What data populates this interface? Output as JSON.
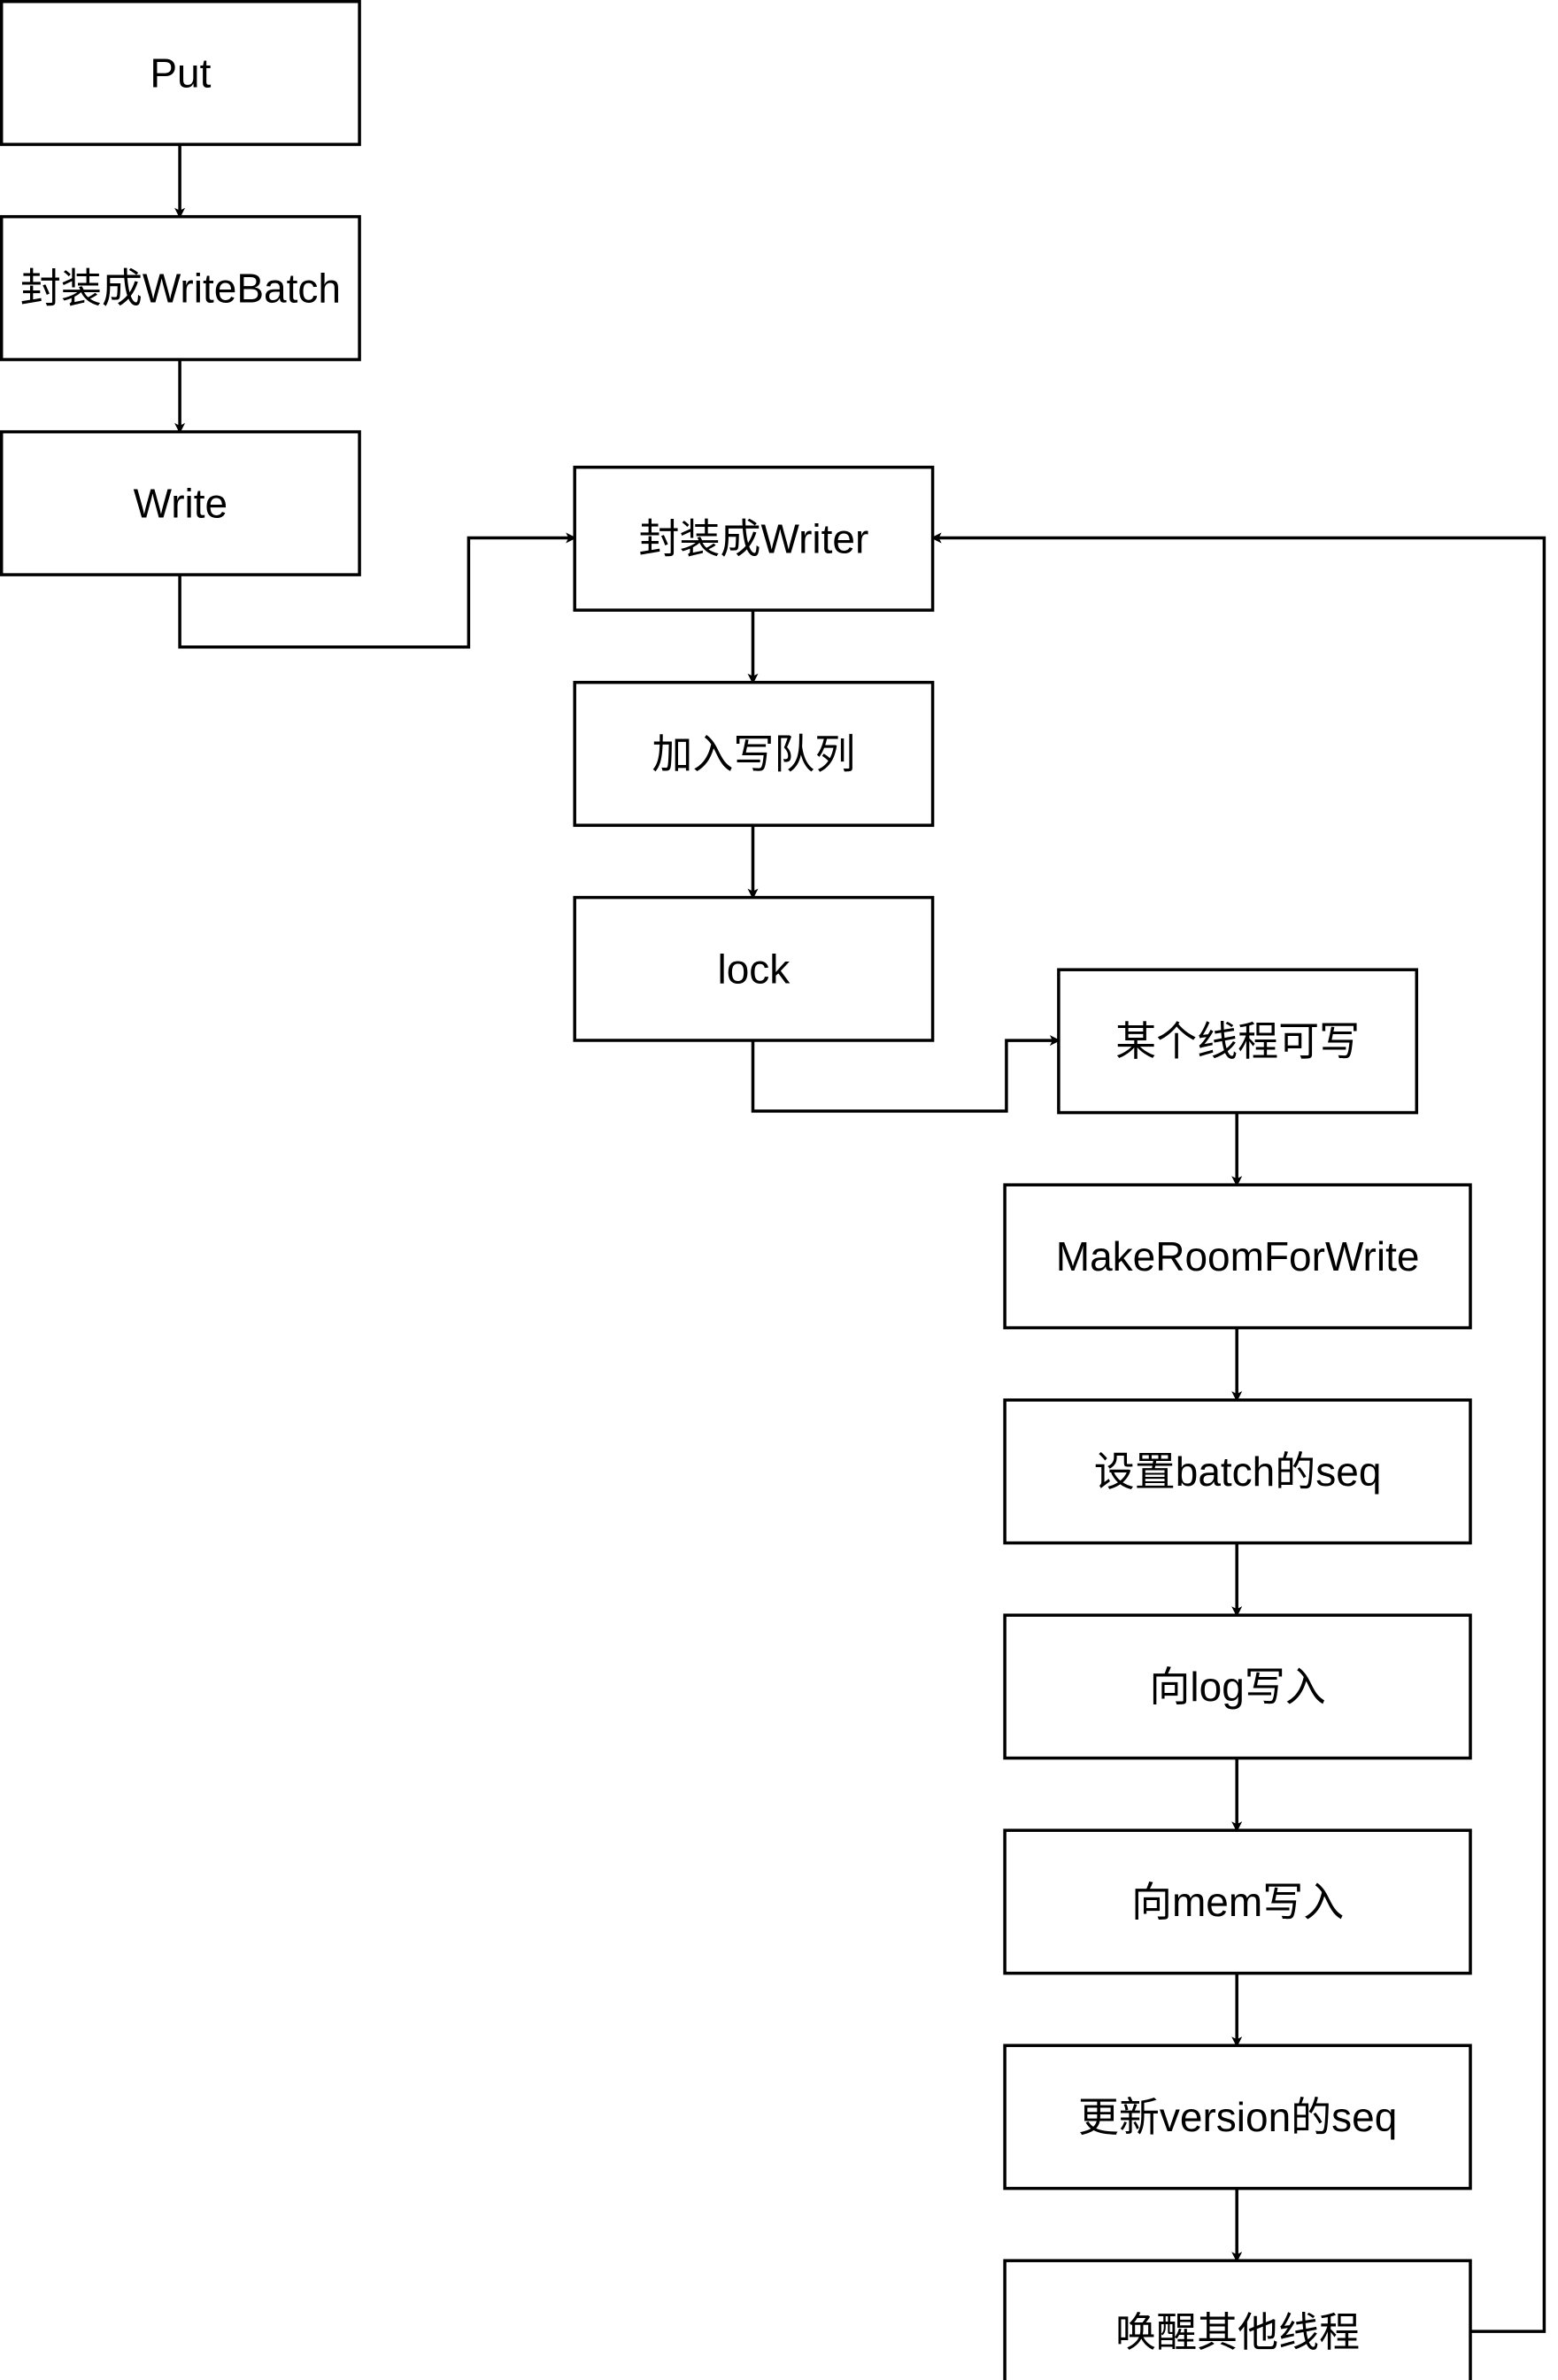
{
  "nodes": [
    {
      "id": "put",
      "label": "Put"
    },
    {
      "id": "wrap-writebatch",
      "label": "封装成WriteBatch"
    },
    {
      "id": "write",
      "label": "Write"
    },
    {
      "id": "wrap-writer",
      "label": "封装成Writer"
    },
    {
      "id": "join-queue",
      "label": "加入写队列"
    },
    {
      "id": "lock",
      "label": "lock"
    },
    {
      "id": "thread-writable",
      "label": "某个线程可写"
    },
    {
      "id": "make-room",
      "label": "MakeRoomForWrite"
    },
    {
      "id": "set-batch-seq",
      "label": "设置batch的seq"
    },
    {
      "id": "write-log",
      "label": "向log写入"
    },
    {
      "id": "write-mem",
      "label": "向mem写入"
    },
    {
      "id": "update-version-seq",
      "label": "更新version的seq"
    },
    {
      "id": "wake-threads",
      "label": "唤醒其他线程"
    }
  ],
  "edges": [
    {
      "from": "put",
      "to": "wrap-writebatch"
    },
    {
      "from": "wrap-writebatch",
      "to": "write"
    },
    {
      "from": "write",
      "to": "wrap-writer"
    },
    {
      "from": "wrap-writer",
      "to": "join-queue"
    },
    {
      "from": "join-queue",
      "to": "lock"
    },
    {
      "from": "lock",
      "to": "thread-writable"
    },
    {
      "from": "thread-writable",
      "to": "make-room"
    },
    {
      "from": "make-room",
      "to": "set-batch-seq"
    },
    {
      "from": "set-batch-seq",
      "to": "write-log"
    },
    {
      "from": "write-log",
      "to": "write-mem"
    },
    {
      "from": "write-mem",
      "to": "update-version-seq"
    },
    {
      "from": "update-version-seq",
      "to": "wake-threads"
    },
    {
      "from": "wake-threads",
      "to": "wrap-writer"
    }
  ]
}
